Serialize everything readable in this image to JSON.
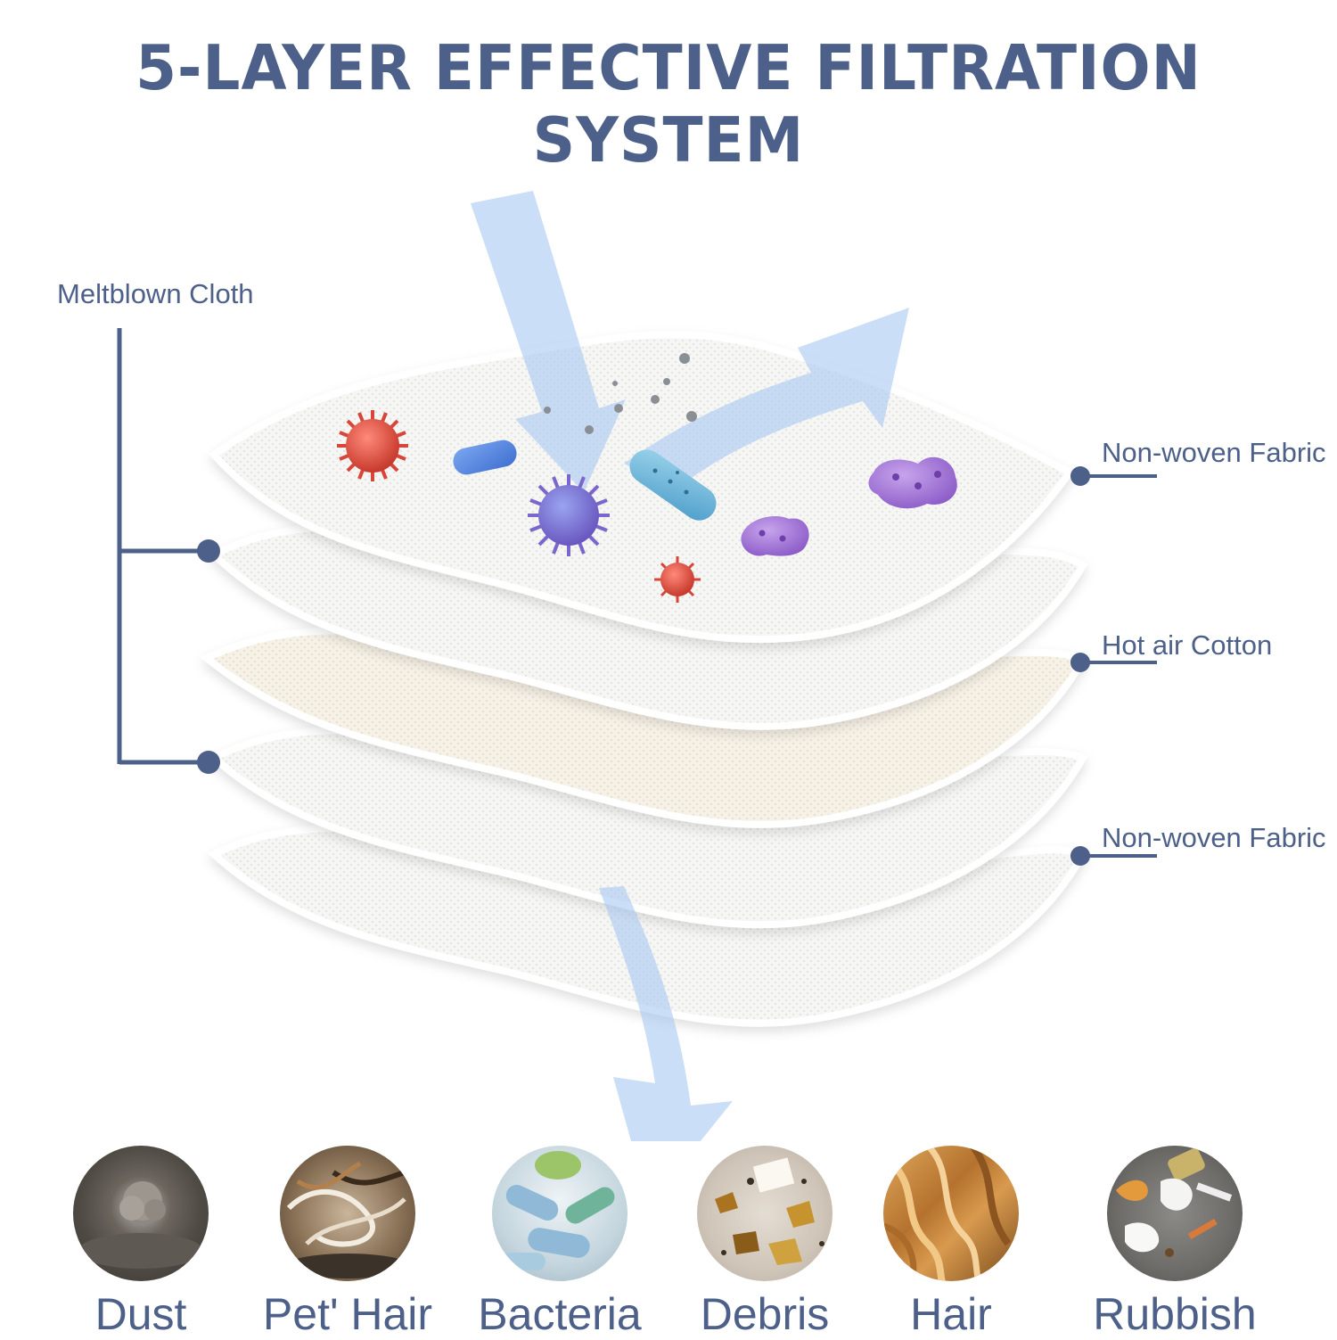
{
  "title": "5-LAYER EFFECTIVE FILTRATION SYSTEM",
  "layers": {
    "left_label": "Meltblown Cloth",
    "right_labels": [
      "Non-woven Fabric",
      "Hot air Cotton",
      "Non-woven Fabric"
    ]
  },
  "contaminants": [
    {
      "label": "Dust",
      "icon": "dust-icon"
    },
    {
      "label": "Pet' Hair",
      "icon": "pet-hair-icon"
    },
    {
      "label": "Bacteria",
      "icon": "bacteria-icon"
    },
    {
      "label": "Debris",
      "icon": "debris-icon"
    },
    {
      "label": "Hair",
      "icon": "hair-icon"
    },
    {
      "label": "Rubbish",
      "icon": "rubbish-icon"
    }
  ],
  "colors": {
    "accent": "#4d6089",
    "arrow": "#a9c8f2"
  }
}
